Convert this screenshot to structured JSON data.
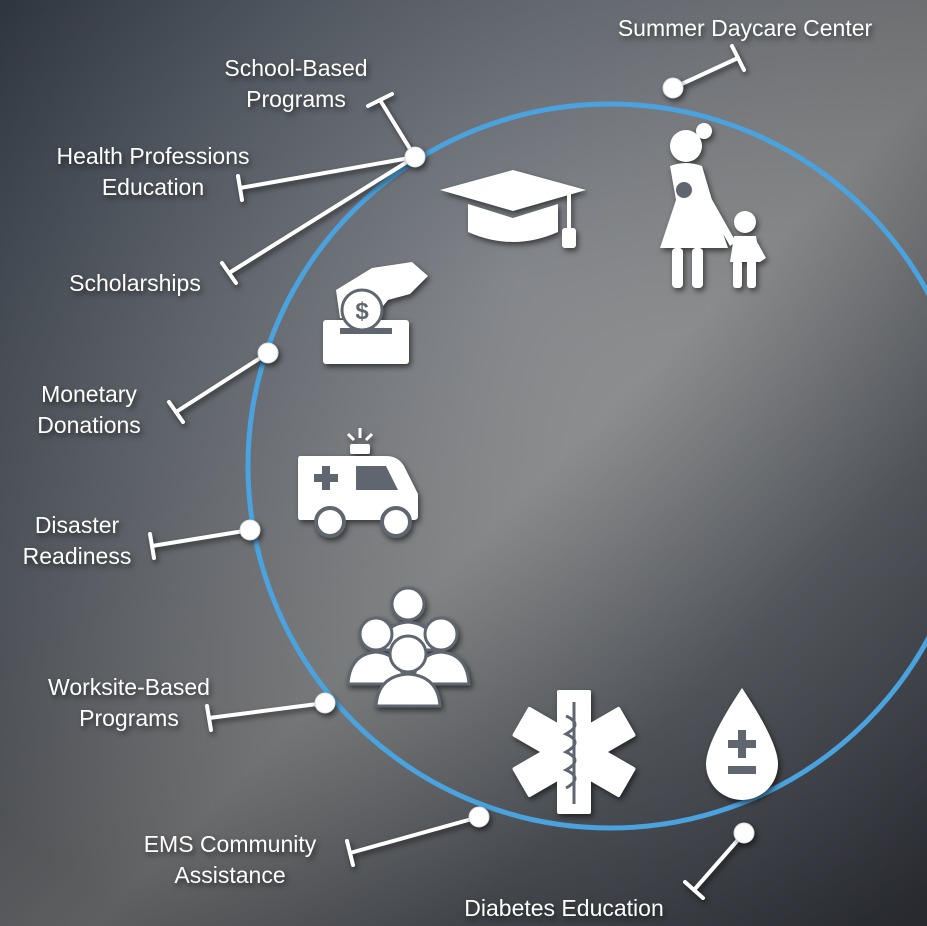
{
  "colors": {
    "circle": "#4aa3de",
    "foreground": "#ffffff"
  },
  "labels": {
    "summer_daycare": "Summer Daycare Center",
    "school_based_1": "School-Based",
    "school_based_2": "Programs",
    "health_prof_1": "Health Professions",
    "health_prof_2": "Education",
    "scholarships": "Scholarships",
    "monetary_1": "Monetary",
    "monetary_2": "Donations",
    "disaster_1": "Disaster",
    "disaster_2": "Readiness",
    "worksite_1": "Worksite-Based",
    "worksite_2": "Programs",
    "ems_1": "EMS Community",
    "ems_2": "Assistance",
    "diabetes": "Diabetes Education"
  },
  "icons": [
    "graduation-cap-icon",
    "mother-child-icon",
    "coin-donation-icon",
    "ambulance-icon",
    "group-icon",
    "star-of-life-icon",
    "blood-drop-plus-minus-icon"
  ]
}
